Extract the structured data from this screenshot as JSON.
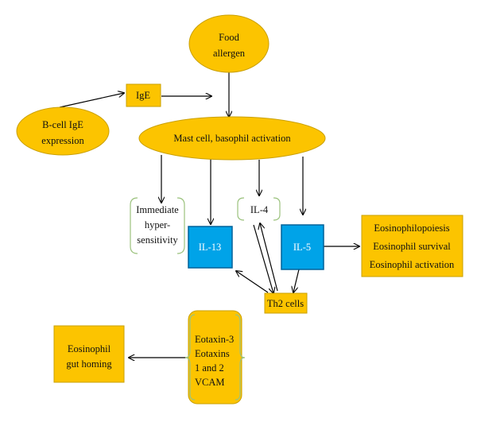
{
  "colors": {
    "node_fill": "#fcc400",
    "node_stroke": "#caa000",
    "cytokine_fill": "#00a3e8",
    "cytokine_stroke": "#00629a",
    "bracket": "#9bc27d",
    "arrow": "#000000"
  },
  "nodes": {
    "food_allergen": [
      "Food",
      "allergen"
    ],
    "ige": "IgE",
    "bcell": [
      "B-cell IgE",
      "expression"
    ],
    "mast_cell": "Mast cell, basophil activation",
    "immediate": [
      "Immediate",
      "hyper-",
      "sensitivity"
    ],
    "il4": "IL-4",
    "il13": "IL-13",
    "il5": "IL-5",
    "th2": "Th2 cells",
    "eosinophil_effects": [
      "Eosinophilopoiesis",
      "Eosinophil survival",
      "Eosinophil activation"
    ],
    "eotaxin": [
      "Eotaxin-3",
      "Eotaxins",
      "1 and 2",
      "VCAM"
    ],
    "gut_homing": [
      "Eosinophil",
      "gut homing"
    ]
  }
}
